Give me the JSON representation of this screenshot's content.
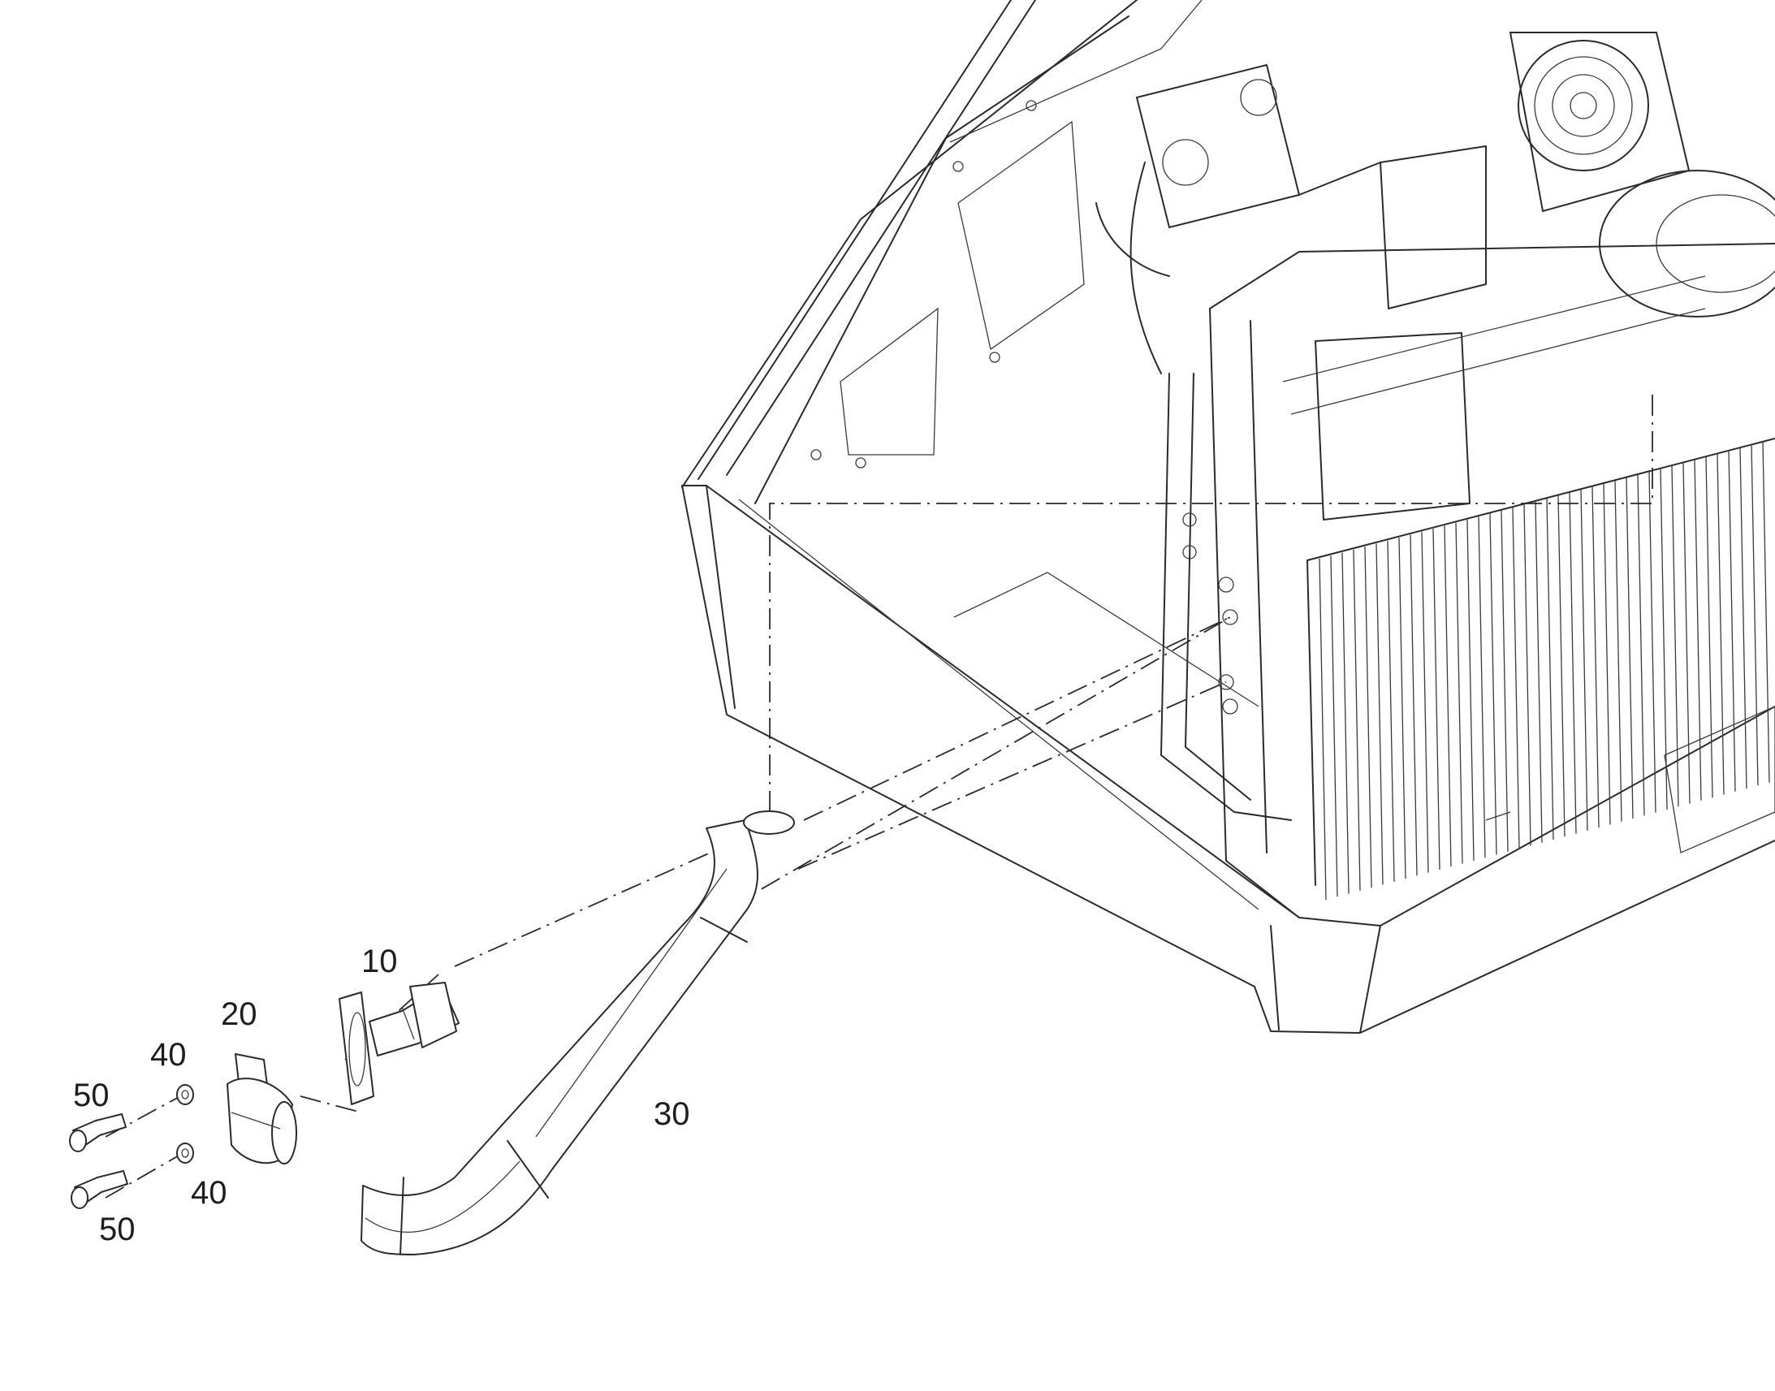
{
  "callouts": {
    "part_10": "10",
    "part_20": "20",
    "part_30": "30",
    "part_40_upper": "40",
    "part_40_lower": "40",
    "part_50_upper": "50",
    "part_50_lower": "50"
  },
  "colors": {
    "line": "#2b2b2b",
    "background": "#ffffff"
  }
}
